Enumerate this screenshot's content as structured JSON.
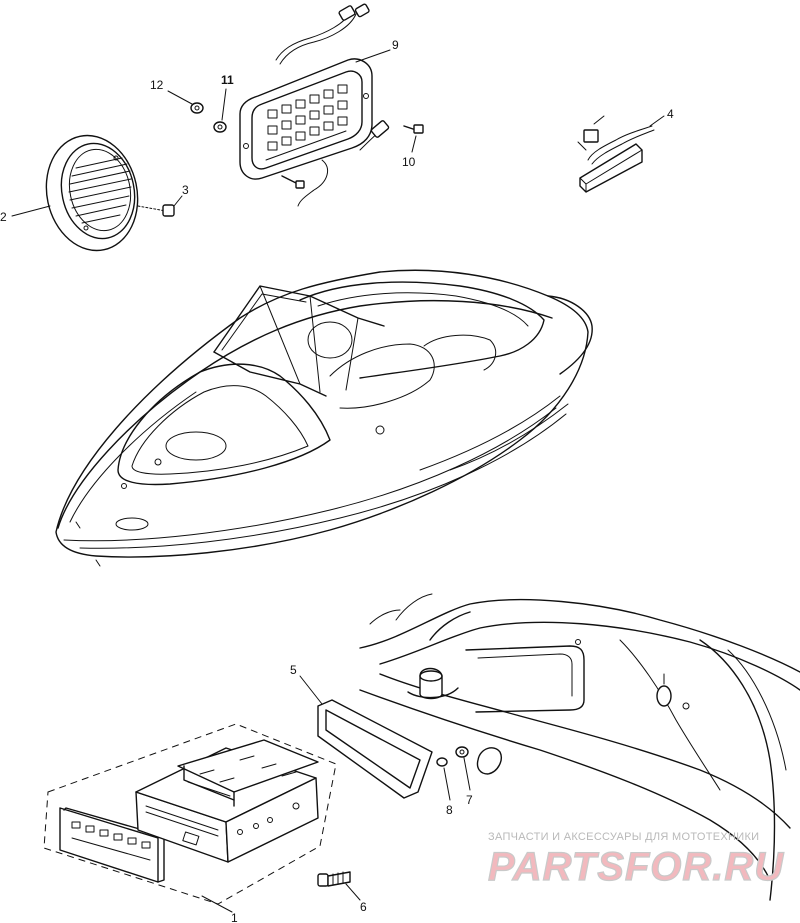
{
  "callouts": {
    "c1": "1",
    "c2": "2",
    "c3": "3",
    "c4": "4",
    "c5": "5",
    "c6": "6",
    "c7": "7",
    "c8": "8",
    "c9": "9",
    "c10": "10",
    "c11": "11",
    "c12": "12"
  },
  "watermark": {
    "tagline": "ЗАПЧАСТИ И АКСЕССУАРЫ ДЛЯ МОТОТЕХНИКИ",
    "brand": "PARTSFOR.RU"
  }
}
